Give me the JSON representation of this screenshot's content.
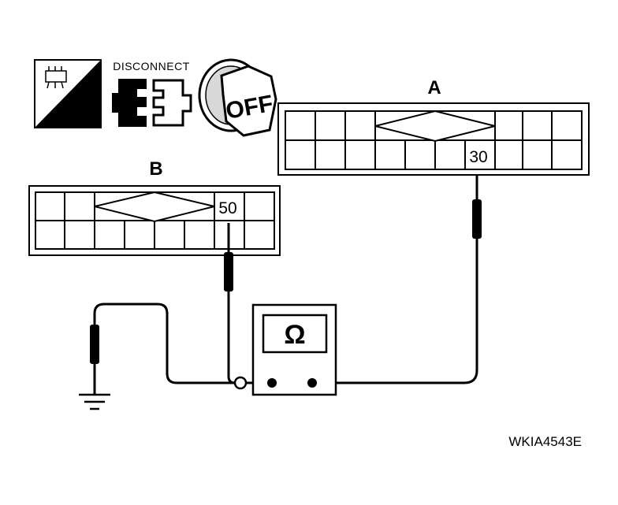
{
  "icons": {
    "harness_side": "H.S.",
    "disconnect": "DISCONNECT",
    "ignition": "OFF"
  },
  "connector_a": {
    "label": "A",
    "terminal": "30"
  },
  "connector_b": {
    "label": "B",
    "terminal": "50"
  },
  "meter": {
    "symbol": "Ω"
  },
  "figure_id": "WKIA4543E"
}
